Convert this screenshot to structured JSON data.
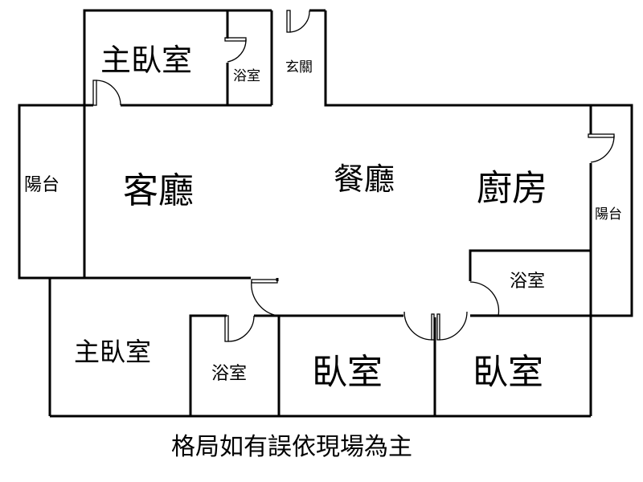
{
  "rooms": {
    "master_bedroom_top": "主臥室",
    "bath_top": "浴室",
    "entrance": "玄關",
    "balcony_left": "陽台",
    "living_room": "客廳",
    "dining_room": "餐廳",
    "kitchen": "廚房",
    "balcony_right": "陽台",
    "bath_right": "浴室",
    "master_bedroom_bottom": "主臥室",
    "bath_bottom": "浴室",
    "bedroom_middle": "臥室",
    "bedroom_right": "臥室"
  },
  "caption": "格局如有誤依現場為主"
}
